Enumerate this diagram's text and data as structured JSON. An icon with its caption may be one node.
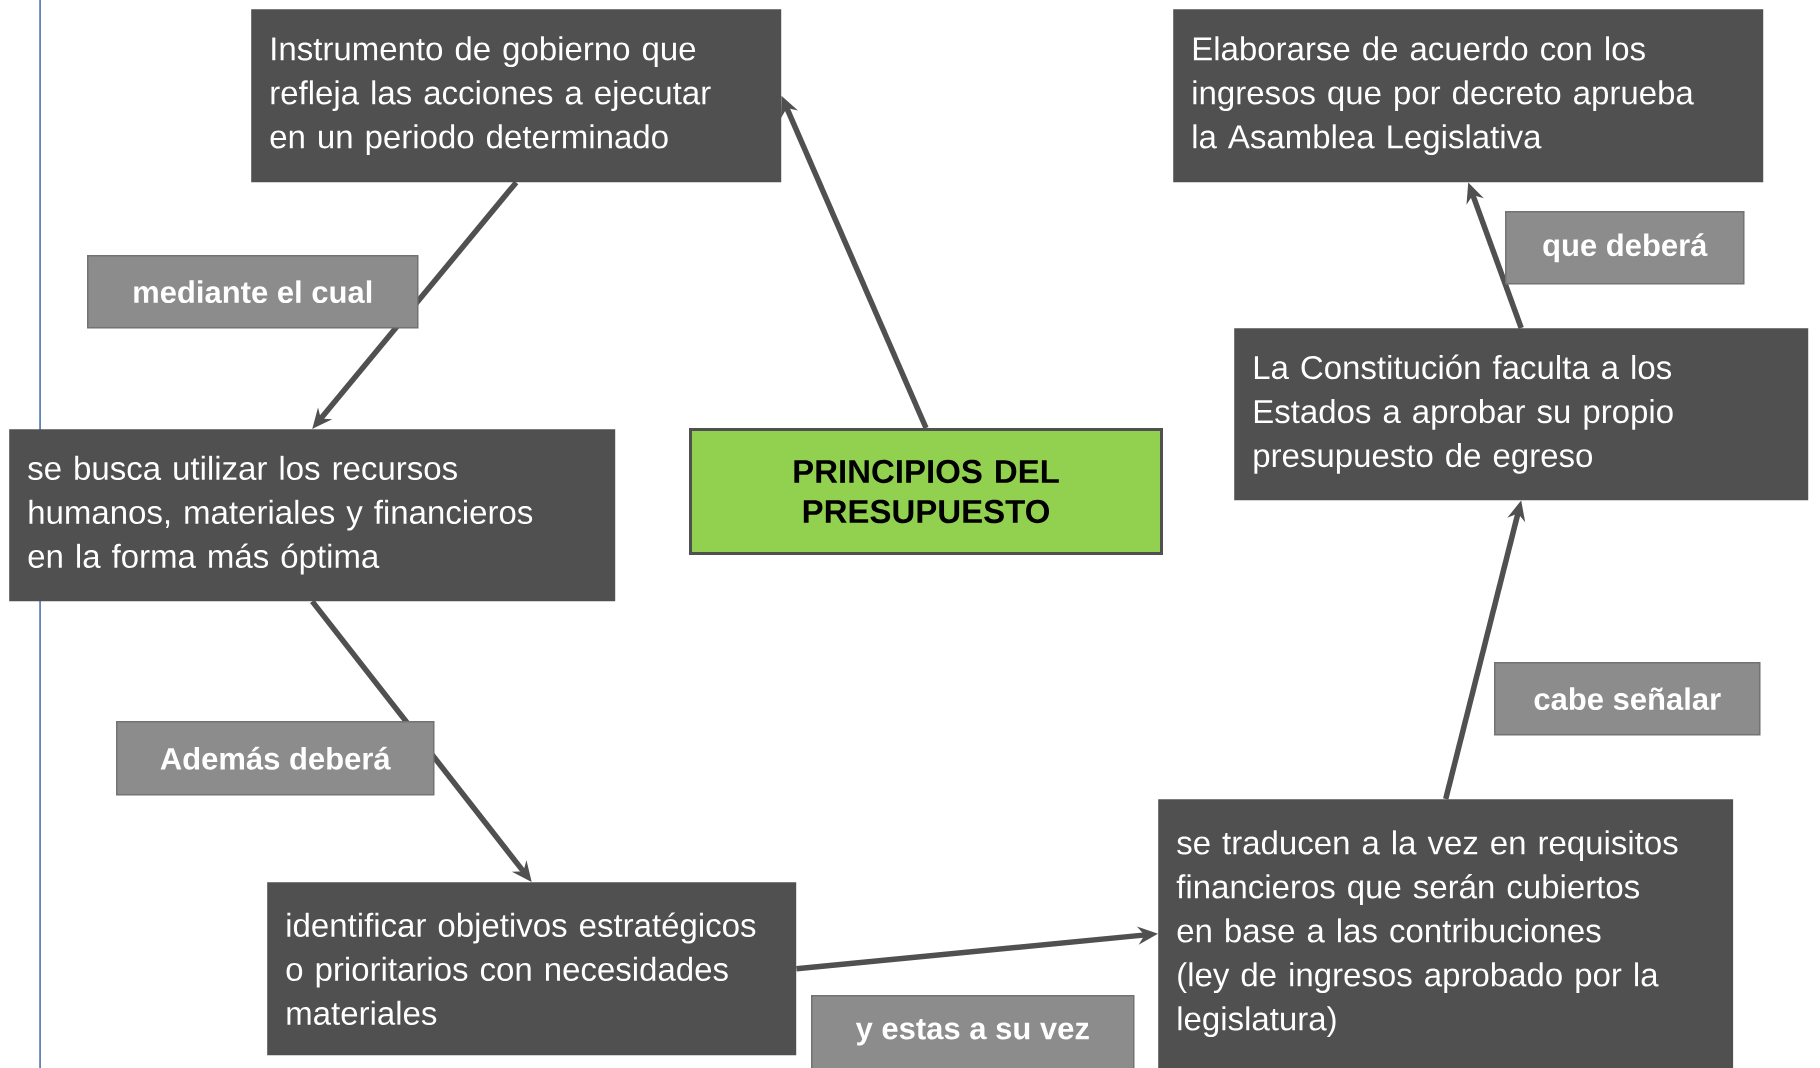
{
  "diagram": {
    "nodes": [
      {
        "text": [
          "Instrumento de gobierno que refleja las acciones a ejecutar en un periodo determinado"
        ]
      },
      {
        "text": [
          "Elaborarse de acuerdo con los ingresos que por decreto aprueba la Asamblea Legislativa"
        ]
      },
      {
        "text": [
          "La Constitución faculta a los Estados a aprobar su propio presupuesto de egreso"
        ]
      },
      {
        "text": [
          "se busca utilizar los recursos humanos, materiales y financieros en la forma más óptima"
        ]
      },
      {
        "text": [
          "PRINCIPIOS DEL PRESUPUESTO"
        ]
      },
      {
        "text": [
          "identificar objetivos estratégicos o prioritarios con necesidades materiales"
        ]
      },
      {
        "text": [
          "se traducen a la vez en requisitos financieros que serán cubiertos en base a las contribuciones (ley de ingresos aprobado por la legislatura)"
        ]
      }
    ],
    "edges": [
      {
        "from": 4,
        "to": 0,
        "arrow": "to"
      },
      {
        "from": 0,
        "to": 3,
        "arrow": "to",
        "label": "mediante el cual"
      },
      {
        "from": 3,
        "to": 5,
        "arrow": "to",
        "label": "Además deberá"
      },
      {
        "from": 5,
        "to": 6,
        "arrow": "to",
        "label": "y estas a su vez"
      },
      {
        "from": 6,
        "to": 2,
        "arrow": "to",
        "label": "cabe señalar"
      },
      {
        "from": 2,
        "to": 1,
        "arrow": "to",
        "label": "que deberá"
      }
    ]
  }
}
